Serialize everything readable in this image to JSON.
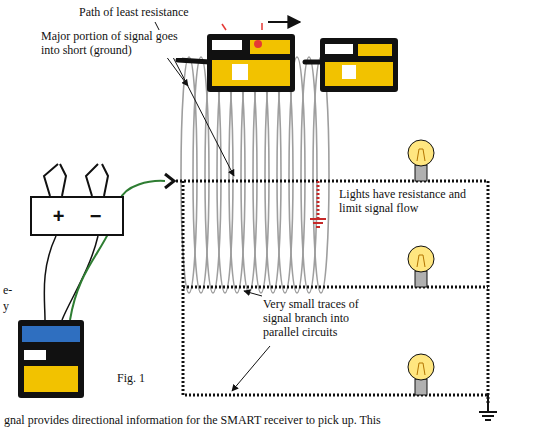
{
  "diagram": {
    "nodes": [
      {
        "text": [
          "+",
          "−"
        ]
      }
    ],
    "labels": [
      "Path of least resistance",
      "Major portion of signal goes into short (ground)",
      "Lights have resistance and limit signal flow",
      "Very small traces of signal branch into parallel circuits",
      "Fig. 1",
      "gnal provides directional information for the SMART receiver to pick up. This",
      "e-",
      "y"
    ]
  }
}
